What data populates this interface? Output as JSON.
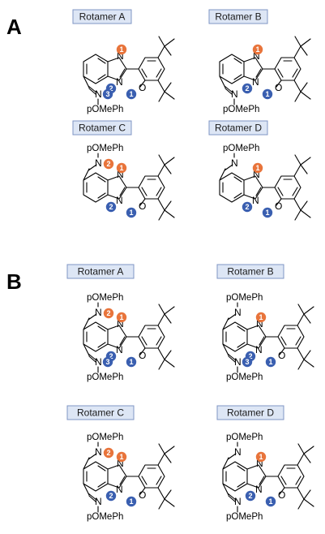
{
  "panels": [
    {
      "letter": "A",
      "rotamers": [
        {
          "label": "Rotamer A",
          "imine_position": "bottom",
          "imine_badge": "3",
          "top_group": "",
          "bottom_group": "pOMePh",
          "imine_n": "N"
        },
        {
          "label": "Rotamer B",
          "imine_position": "bottom",
          "imine_badge": "",
          "top_group": "",
          "bottom_group": "pOMePh",
          "imine_n": "N"
        },
        {
          "label": "Rotamer C",
          "imine_position": "top",
          "imine_badge": "2",
          "top_group": "pOMePh",
          "bottom_group": "",
          "imine_n": "N"
        },
        {
          "label": "Rotamer D",
          "imine_position": "top",
          "imine_badge": "",
          "top_group": "pOMePh",
          "bottom_group": "",
          "imine_n": "N"
        }
      ]
    },
    {
      "letter": "B",
      "rotamers": [
        {
          "label": "Rotamer A",
          "top_badge": "2",
          "bottom_badge": "3",
          "top_group": "pOMePh",
          "bottom_group": "pOMePh"
        },
        {
          "label": "Rotamer B",
          "top_badge": "",
          "bottom_badge": "3",
          "top_group": "pOMePh",
          "bottom_group": "pOMePh"
        },
        {
          "label": "Rotamer C",
          "top_badge": "2",
          "bottom_badge": "",
          "top_group": "pOMePh",
          "bottom_group": "pOMePh"
        },
        {
          "label": "Rotamer D",
          "top_badge": "",
          "bottom_badge": "",
          "top_group": "pOMePh",
          "bottom_group": "pOMePh"
        }
      ]
    }
  ],
  "atoms": {
    "n": "N",
    "o": "O"
  },
  "badges": {
    "one": "1",
    "two": "2"
  },
  "colors": {
    "orange": "#e8743b",
    "blue": "#3a5fb0",
    "label_fill": "#dde6f5",
    "label_stroke": "#7f95c4"
  }
}
